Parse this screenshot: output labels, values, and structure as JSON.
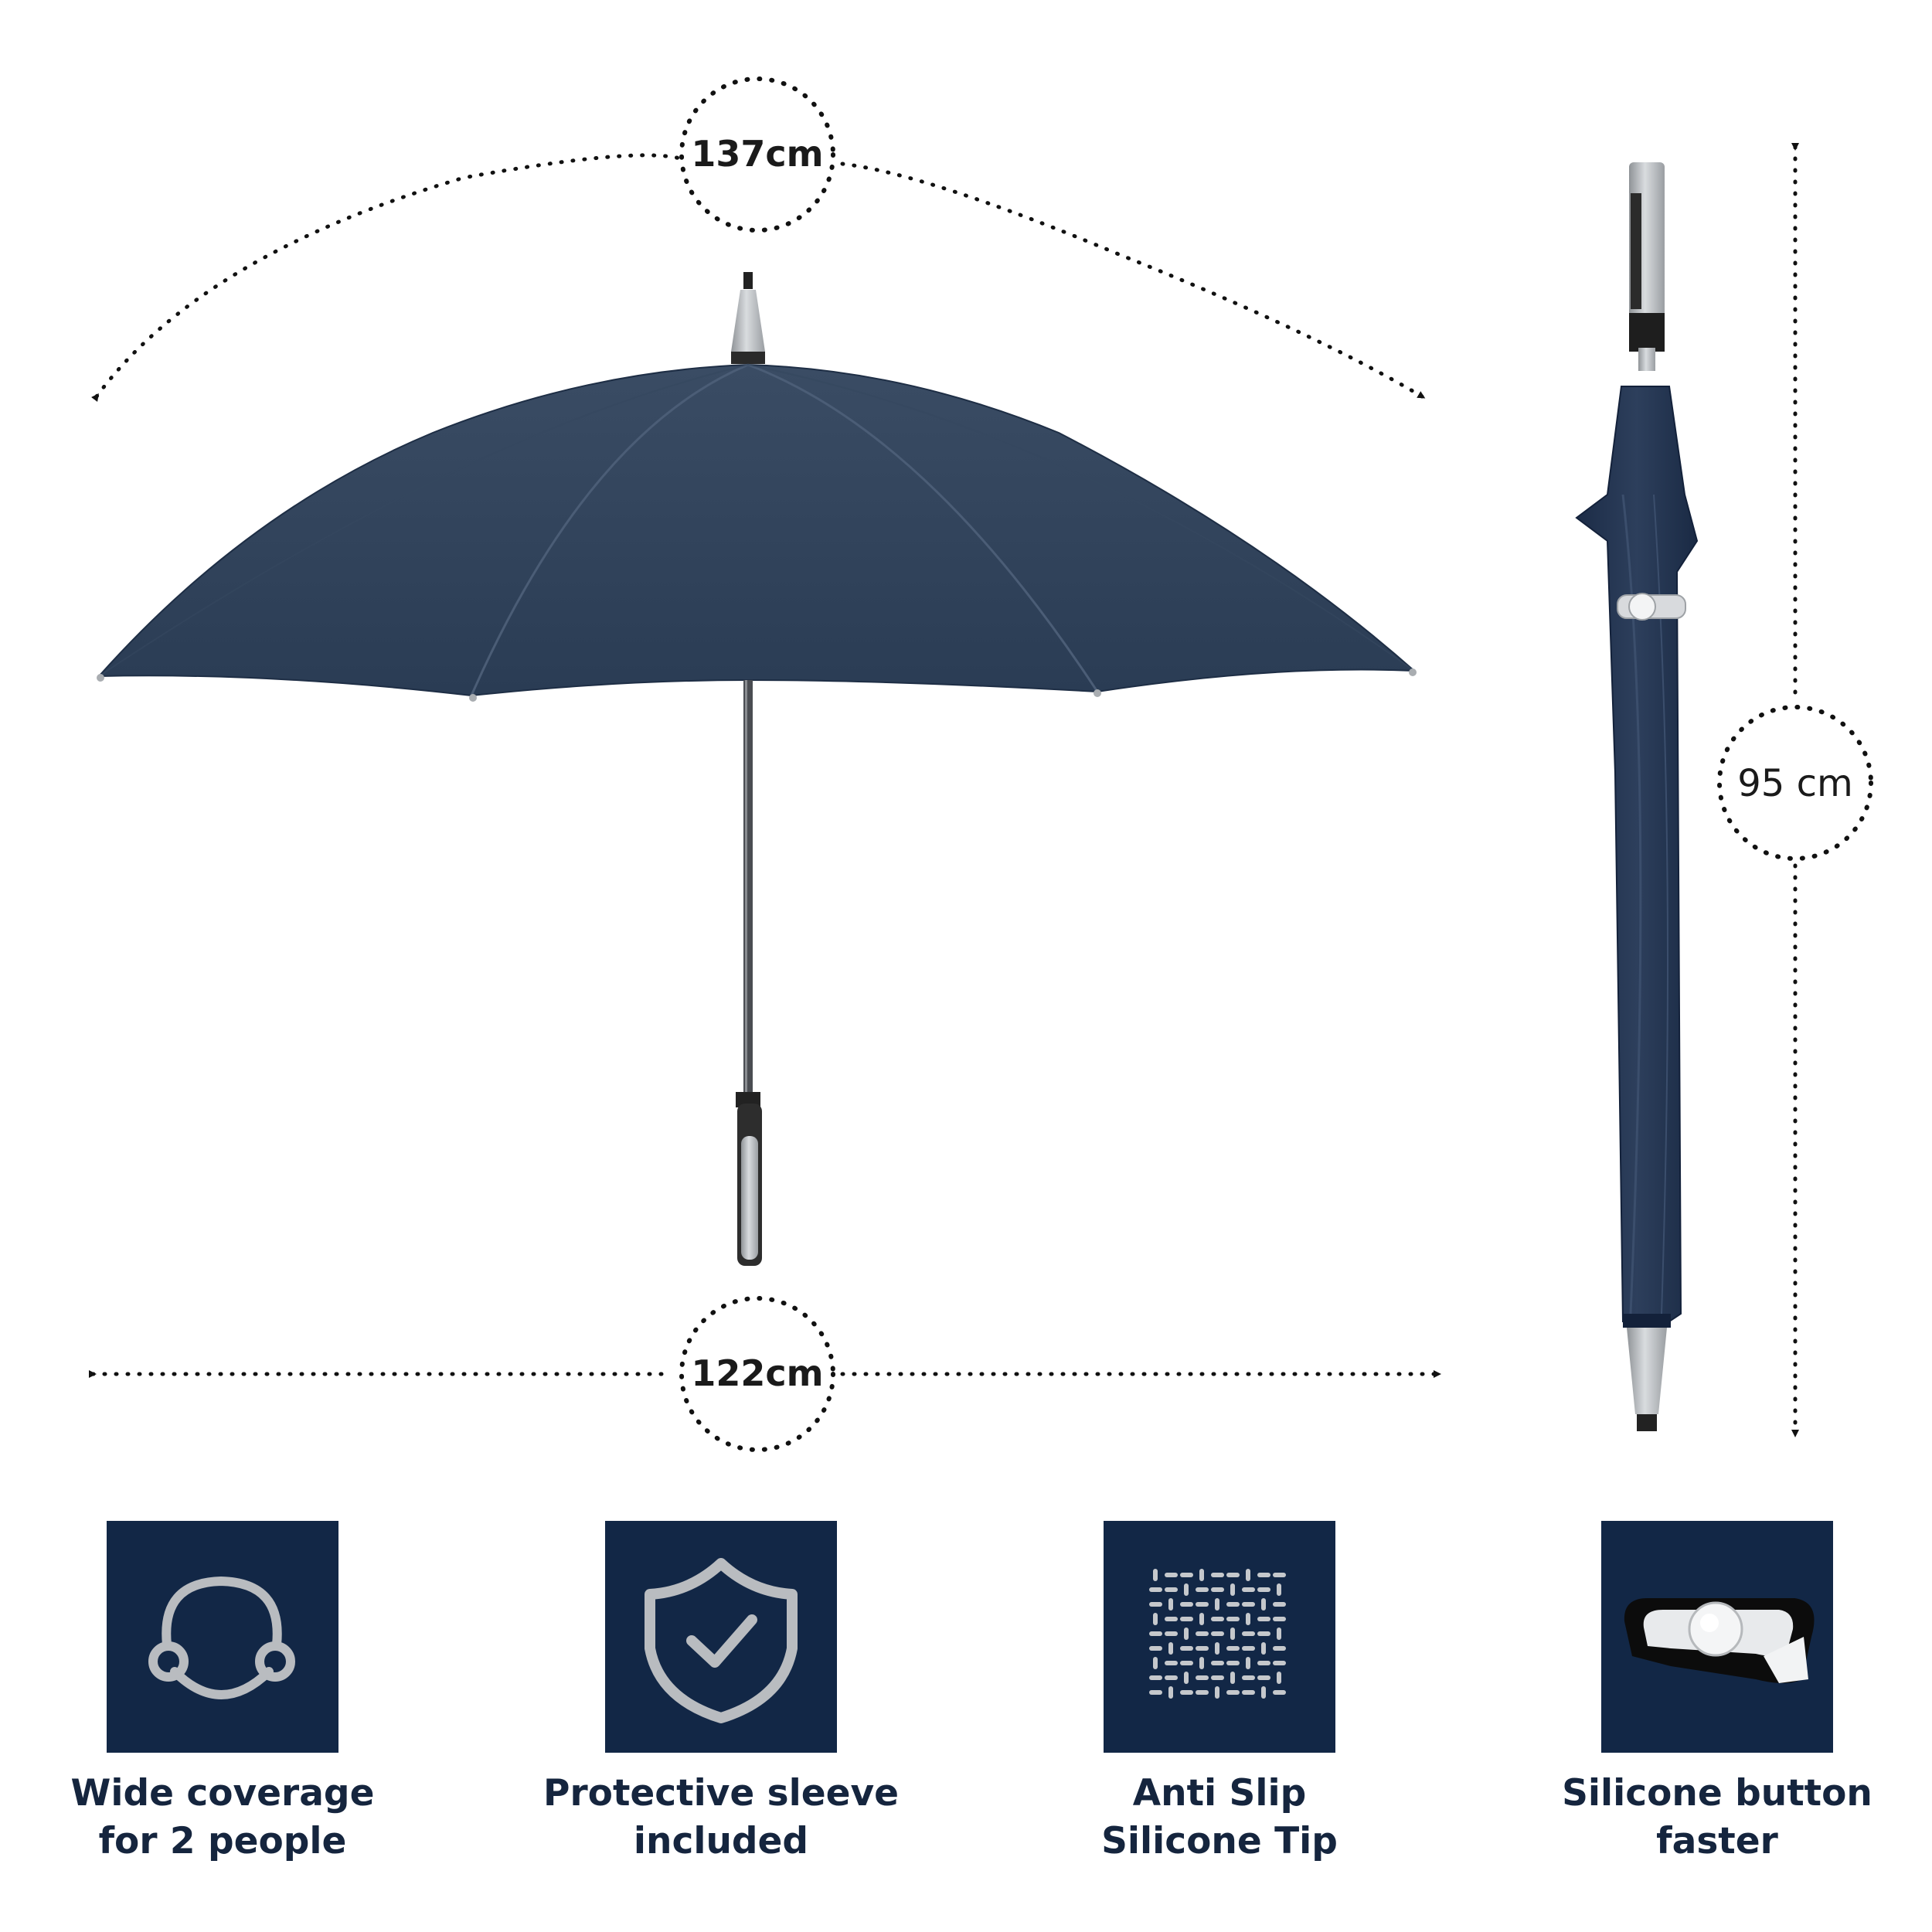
{
  "dimensions": {
    "canopy_arc": "137cm",
    "canopy_width": "122cm",
    "closed_length": "95 cm"
  },
  "features": [
    {
      "line1": "Wide coverage",
      "line2": "for 2 people",
      "icon": "coverage-people-icon"
    },
    {
      "line1": "Protective sleeve",
      "line2": "included",
      "icon": "shield-check-icon"
    },
    {
      "line1": "Anti Slip",
      "line2": "Silicone Tip",
      "icon": "anti-slip-pattern-icon"
    },
    {
      "line1": "Silicone button",
      "line2": "faster",
      "icon": "silicone-button-icon"
    }
  ],
  "colors": {
    "canopy": "#2c3e55",
    "tile": "#122746",
    "icon_stroke": "#b9bcc0",
    "text": "#15253e"
  }
}
